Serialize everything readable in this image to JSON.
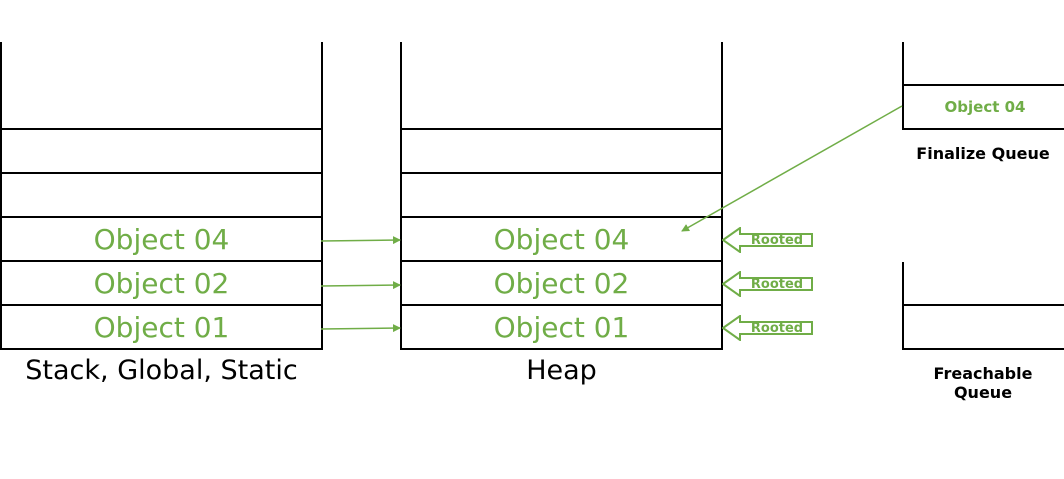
{
  "colors": {
    "accent": "#70ad47",
    "line": "#000000"
  },
  "stack": {
    "label": "Stack, Global, Static",
    "objects": [
      "Object 04",
      "Object 02",
      "Object 01"
    ]
  },
  "heap": {
    "label": "Heap",
    "objects": [
      "Object 04",
      "Object 02",
      "Object 01"
    ],
    "root_labels": [
      "Rooted",
      "Rooted",
      "Rooted"
    ]
  },
  "finalize_queue": {
    "label": "Finalize Queue",
    "item": "Object 04"
  },
  "freachable_queue": {
    "label": "Freachable Queue"
  },
  "icons": {
    "root_marker": "left-arrow-icon"
  }
}
